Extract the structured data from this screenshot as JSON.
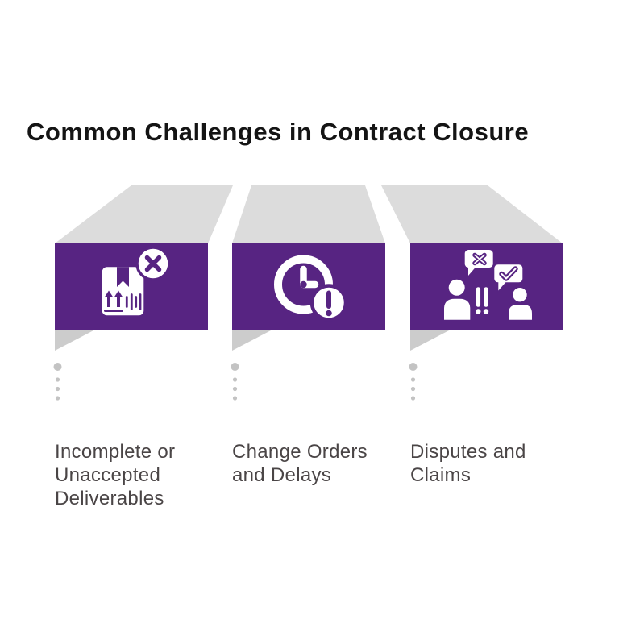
{
  "title": "Common Challenges in Contract Closure",
  "colors": {
    "purple": "#572482",
    "roof-gray": "#dcdcdc",
    "fold-gray": "#cccccc",
    "dot-gray": "#c3c3c3",
    "label-text": "#4a4546",
    "title-text": "#141414",
    "canvas-bg": "#ffffff",
    "icon-white": "#ffffff"
  },
  "panels": [
    {
      "label": "Incomplete or Unaccepted Deliverables",
      "icon": "package-rejected-icon"
    },
    {
      "label": "Change Orders and Delays",
      "icon": "clock-delay-alert-icon"
    },
    {
      "label": "Disputes and Claims",
      "icon": "people-dispute-icon"
    }
  ]
}
